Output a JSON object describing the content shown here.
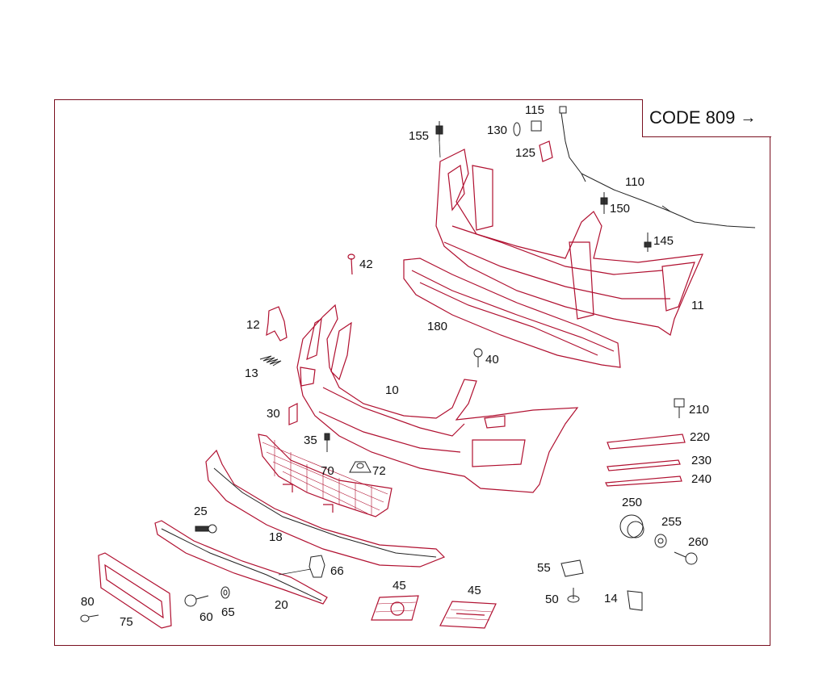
{
  "code_box": {
    "text": "CODE 809",
    "arrow": "→"
  },
  "colors": {
    "frame": "#7a1020",
    "part_outline": "#b01030",
    "ink": "#111111"
  },
  "labels": {
    "p10": "10",
    "p11": "11",
    "p12": "12",
    "p13": "13",
    "p14": "14",
    "p18": "18",
    "p20": "20",
    "p25": "25",
    "p30": "30",
    "p35": "35",
    "p40": "40",
    "p42": "42",
    "p45a": "45",
    "p45b": "45",
    "p50": "50",
    "p55": "55",
    "p60": "60",
    "p65": "65",
    "p66": "66",
    "p70": "70",
    "p72": "72",
    "p75": "75",
    "p80": "80",
    "p110": "110",
    "p115": "115",
    "p125": "125",
    "p130": "130",
    "p145": "145",
    "p150": "150",
    "p155": "155",
    "p180": "180",
    "p210": "210",
    "p220": "220",
    "p230": "230",
    "p240": "240",
    "p250": "250",
    "p255": "255",
    "p260": "260"
  }
}
